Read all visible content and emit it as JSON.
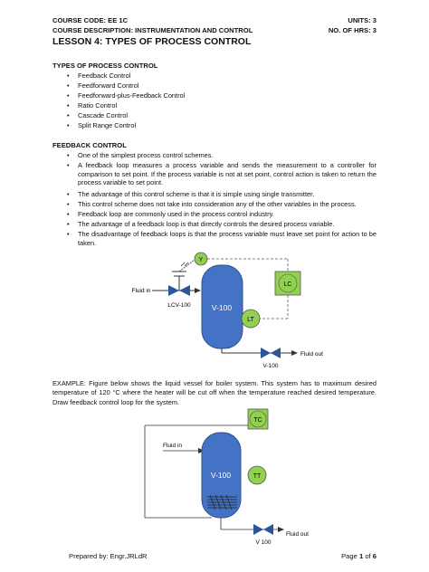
{
  "header": {
    "course_code": "COURSE CODE: EE 1C",
    "units": "UNITS: 3",
    "course_description": "COURSE DESCRIPTION: INSTRUMENTATION AND CONTROL",
    "hours": "NO. OF HRS: 3",
    "lesson_title": "LESSON 4: TYPES OF PROCESS CONTROL"
  },
  "types_section": {
    "heading": "TYPES OF PROCESS CONTROL",
    "items": [
      "Feedback Control",
      "Feedforward Control",
      "Feedforward-plus-Feedback Control",
      "Ratio Control",
      "Cascade Control",
      "Split Range Control"
    ]
  },
  "feedback_section": {
    "heading": "FEEDBACK CONTROL",
    "bullets": [
      "One of the simplest process control schemes.",
      "A feedback loop measures a process variable and sends the measurement to a controller for comparison to set point. If the process variable is not at set point, control action is taken to return the process variable to set point.",
      "The advantage of this control scheme is that it is simple using single transmitter.",
      "This control scheme does not take into consideration any of the other variables in the process.",
      "Feedback loop are commonly used in the process control industry.",
      " The advantage of a feedback loop is that directly controls the desired process variable.",
      " The disadvantage of feedback loops is that the process variable must leave set point for action to be taken."
    ]
  },
  "diagram1": {
    "fluid_in": "Fluid in",
    "valve_in": "LCV-100",
    "vessel": "V-100",
    "controller": "LC",
    "transmitter": "LT",
    "actuator": "Y",
    "fluid_out": "Fluid out",
    "valve_out": "V-100"
  },
  "example": {
    "text": "EXAMPLE: Figure below shows the liquid vessel for boiler system. This system has to maximum desired temperature of 120 °C where the heater will be cut off when the temperature reached desired temperature. Draw feedback control loop for the system."
  },
  "diagram2": {
    "fluid_in": "Fluid in",
    "vessel": "V-100",
    "controller": "TC",
    "transmitter": "TT",
    "fluid_out": "Fluid out",
    "valve_out": "V 100"
  },
  "footer": {
    "prepared_by": "Prepared by: Engr.JRLdR",
    "page_prefix": "Page ",
    "page_current": "1",
    "page_mid": " of ",
    "page_total": "6"
  },
  "colors": {
    "vessel_blue": "#4472C4",
    "instrument_green": "#92D050",
    "valve_blue": "#2E5597"
  }
}
